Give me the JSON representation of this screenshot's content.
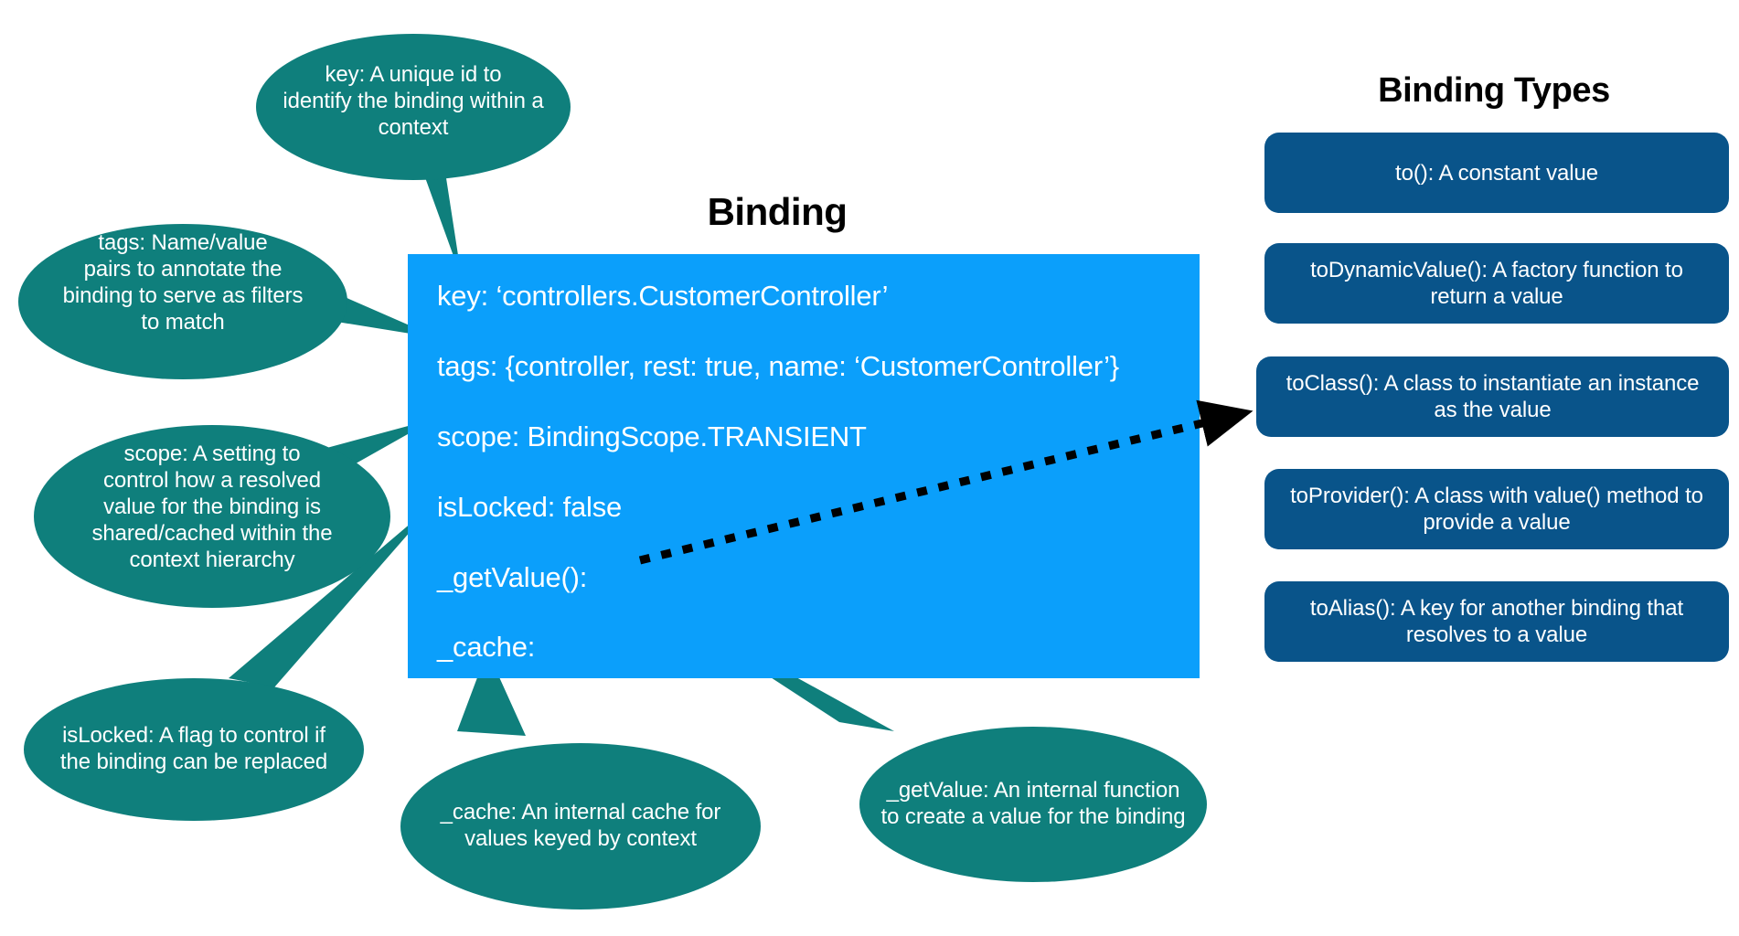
{
  "colors": {
    "bubble_teal": "#0f7f7c",
    "main_box_blue": "#0b9ffb",
    "card_dark_blue": "#09548a",
    "text_light": "#ffffff",
    "text_dark": "#000000",
    "arrow": "#000000",
    "background": "#ffffff"
  },
  "main": {
    "title": "Binding",
    "lines": [
      {
        "id": "key",
        "text": "key: ‘controllers.CustomerController’"
      },
      {
        "id": "tags",
        "text": "tags: {controller, rest: true, name: ‘CustomerController’}"
      },
      {
        "id": "scope",
        "text": "scope: BindingScope.TRANSIENT"
      },
      {
        "id": "isLocked",
        "text": "isLocked: false"
      },
      {
        "id": "getValue",
        "text": "_getValue():"
      },
      {
        "id": "cache",
        "text": "_cache:"
      }
    ]
  },
  "callouts": [
    {
      "id": "key",
      "text": "key: A unique id to\nidentify the binding within a\ncontext",
      "points_to": "key"
    },
    {
      "id": "tags",
      "text": "tags: Name/value\npairs to annotate the\nbinding to serve as filters\nto match",
      "points_to": "tags"
    },
    {
      "id": "scope",
      "text": "scope: A setting to\ncontrol how a resolved\nvalue for the binding is\nshared/cached within the\ncontext hierarchy",
      "points_to": "scope"
    },
    {
      "id": "isLocked",
      "text": "isLocked: A flag to control if\nthe binding can be replaced",
      "points_to": "isLocked"
    },
    {
      "id": "cache",
      "text": "_cache: An internal cache for\nvalues keyed by context",
      "points_to": "cache"
    },
    {
      "id": "getValue",
      "text": "_getValue: An internal function\nto create a value for the binding",
      "points_to": "getValue"
    }
  ],
  "binding_types": {
    "title": "Binding Types",
    "items": [
      {
        "id": "to",
        "text": "to(): A constant value"
      },
      {
        "id": "toDynamicValue",
        "text": "toDynamicValue(): A factory function to\nreturn a value"
      },
      {
        "id": "toClass",
        "text": "toClass(): A class to instantiate an instance\nas the value"
      },
      {
        "id": "toProvider",
        "text": "toProvider(): A class with value() method to\nprovide a value"
      },
      {
        "id": "toAlias",
        "text": "toAlias(): A key for another binding that\nresolves to a value"
      }
    ]
  },
  "connector": {
    "id": "getvalue-to-toclass",
    "style": "dotted-arrow",
    "from": "_getValue():",
    "to": "toClass(): A class to instantiate an instance as the value"
  }
}
